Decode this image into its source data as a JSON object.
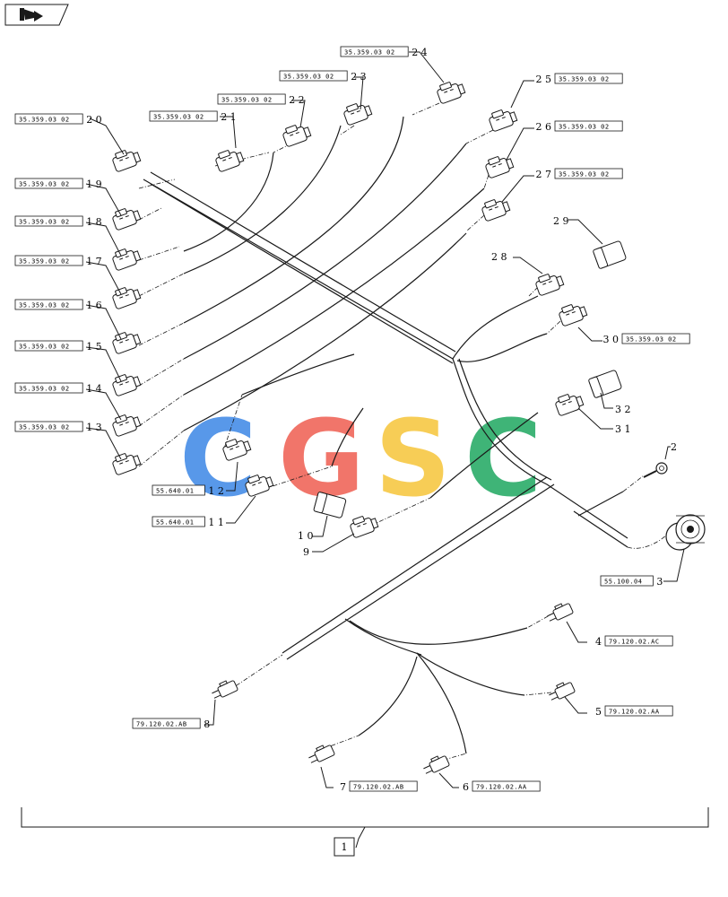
{
  "nav_icon": "return-arrow-icon",
  "watermark": {
    "letters": [
      "C",
      "G",
      "S",
      "C"
    ],
    "colors": [
      "#4a90e8",
      "#f06a5e",
      "#f7c948",
      "#2fae6c"
    ]
  },
  "callouts": [
    {
      "num": "20",
      "ref": "35.359.03 02"
    },
    {
      "num": "21",
      "ref": "35.359.03 02"
    },
    {
      "num": "22",
      "ref": "35.359.03 02"
    },
    {
      "num": "23",
      "ref": "35.359.03 02"
    },
    {
      "num": "24",
      "ref": "35.359.03 02"
    },
    {
      "num": "25",
      "ref": "35.359.03 02"
    },
    {
      "num": "26",
      "ref": "35.359.03 02"
    },
    {
      "num": "27",
      "ref": "35.359.03 02"
    },
    {
      "num": "19",
      "ref": "35.359.03 02"
    },
    {
      "num": "18",
      "ref": "35.359.03 02"
    },
    {
      "num": "17",
      "ref": "35.359.03 02"
    },
    {
      "num": "16",
      "ref": "35.359.03 02"
    },
    {
      "num": "15",
      "ref": "35.359.03 02"
    },
    {
      "num": "14",
      "ref": "35.359.03 02"
    },
    {
      "num": "13",
      "ref": "35.359.03 02"
    },
    {
      "num": "12",
      "ref": "55.640.01"
    },
    {
      "num": "11",
      "ref": "55.640.01"
    },
    {
      "num": "30",
      "ref": "35.359.03 02"
    },
    {
      "num": "3",
      "ref": "55.100.04"
    },
    {
      "num": "4",
      "ref": "79.120.02.AC"
    },
    {
      "num": "5",
      "ref": "79.120.02.AA"
    },
    {
      "num": "8",
      "ref": "79.120.02.AB"
    },
    {
      "num": "7",
      "ref": "79.120.02.AB"
    },
    {
      "num": "6",
      "ref": "79.120.02.AA"
    }
  ],
  "plain_labels": [
    "28",
    "29",
    "31",
    "32",
    "2",
    "10",
    "9"
  ],
  "assembly_label": "1"
}
